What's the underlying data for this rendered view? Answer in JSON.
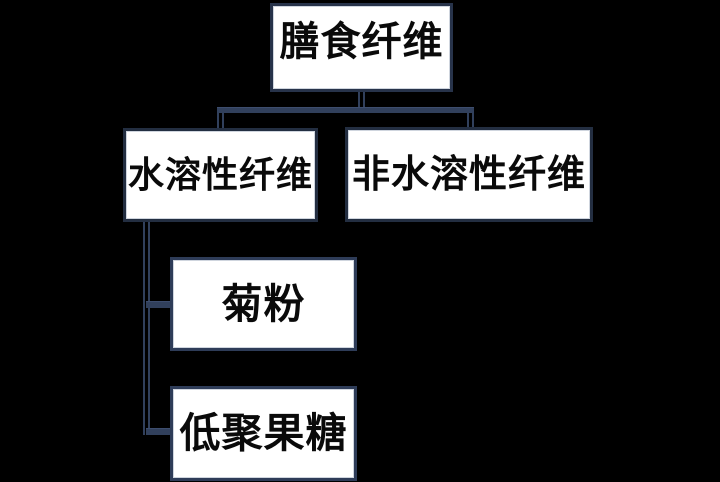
{
  "diagram": {
    "type": "hierarchy-tree",
    "background_color": "#000000",
    "node_fill_color": "#ffffff",
    "node_border_color": "#27334a",
    "connector_color": "#31405c",
    "text_color": "#0a0a0a",
    "nodes": [
      {
        "id": "dietary-fiber",
        "label": "膳食纤维",
        "level": 0,
        "parent": null
      },
      {
        "id": "soluble-fiber",
        "label": "水溶性纤维",
        "level": 1,
        "parent": "dietary-fiber"
      },
      {
        "id": "insoluble-fiber",
        "label": "非水溶性纤维",
        "level": 1,
        "parent": "dietary-fiber"
      },
      {
        "id": "inulin",
        "label": "菊粉",
        "level": 2,
        "parent": "soluble-fiber"
      },
      {
        "id": "fructo-oligosaccharide",
        "label": "低聚果糖",
        "level": 2,
        "parent": "soluble-fiber"
      }
    ]
  }
}
